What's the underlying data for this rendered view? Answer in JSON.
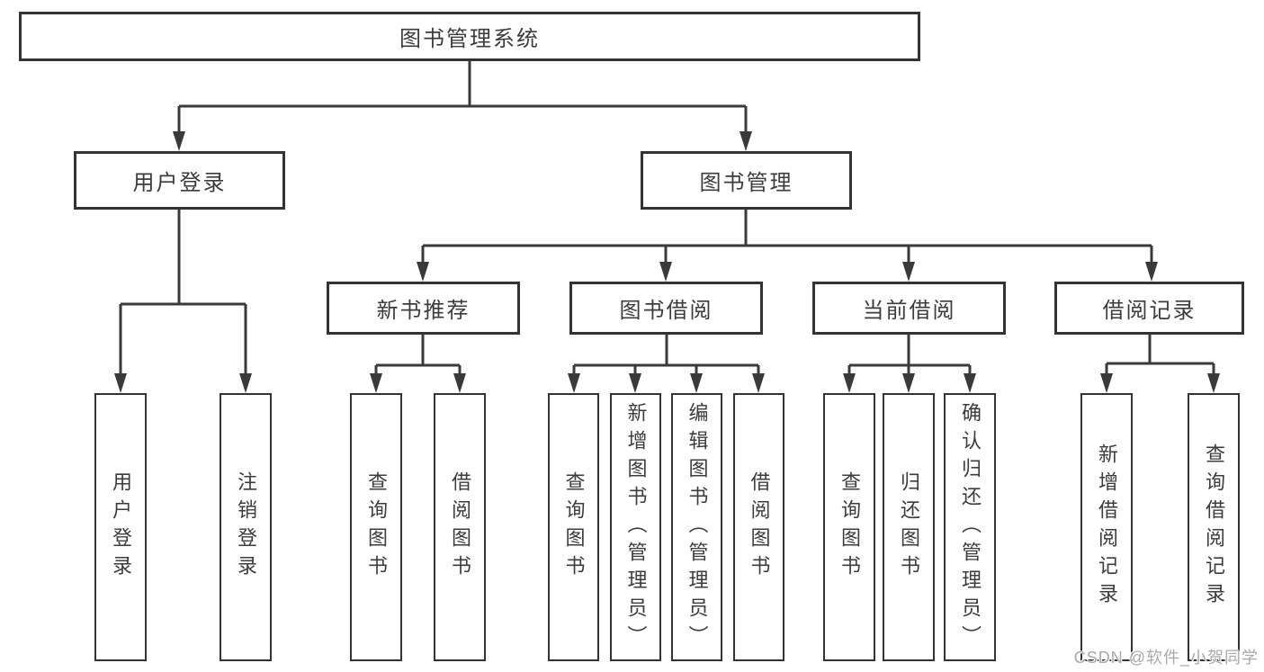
{
  "diagram": {
    "title": "图书管理系统",
    "nodes": [
      {
        "id": "root",
        "label": "图书管理系统",
        "level": 0,
        "parent": null
      },
      {
        "id": "user-login",
        "label": "用户登录",
        "level": 1,
        "parent": "root"
      },
      {
        "id": "book-mgmt",
        "label": "图书管理",
        "level": 1,
        "parent": "root"
      },
      {
        "id": "new-book-rec",
        "label": "新书推荐",
        "level": 2,
        "parent": "book-mgmt"
      },
      {
        "id": "book-borrow",
        "label": "图书借阅",
        "level": 2,
        "parent": "book-mgmt"
      },
      {
        "id": "current-borrow",
        "label": "当前借阅",
        "level": 2,
        "parent": "book-mgmt"
      },
      {
        "id": "borrow-records",
        "label": "借阅记录",
        "level": 2,
        "parent": "book-mgmt"
      },
      {
        "id": "leaf-user-login",
        "label": "用户登录",
        "level": 3,
        "parent": "user-login"
      },
      {
        "id": "leaf-logout",
        "label": "注销登录",
        "level": 3,
        "parent": "user-login"
      },
      {
        "id": "leaf-query-book-1",
        "label": "查询图书",
        "level": 3,
        "parent": "new-book-rec"
      },
      {
        "id": "leaf-borrow-book-1",
        "label": "借阅图书",
        "level": 3,
        "parent": "new-book-rec"
      },
      {
        "id": "leaf-query-book-2",
        "label": "查询图书",
        "level": 3,
        "parent": "book-borrow"
      },
      {
        "id": "leaf-add-book",
        "label": "新增图书（管理员）",
        "level": 3,
        "parent": "book-borrow"
      },
      {
        "id": "leaf-edit-book",
        "label": "编辑图书（管理员）",
        "level": 3,
        "parent": "book-borrow"
      },
      {
        "id": "leaf-borrow-book-2",
        "label": "借阅图书",
        "level": 3,
        "parent": "book-borrow"
      },
      {
        "id": "leaf-query-book-3",
        "label": "查询图书",
        "level": 3,
        "parent": "current-borrow"
      },
      {
        "id": "leaf-return-book",
        "label": "归还图书",
        "level": 3,
        "parent": "current-borrow"
      },
      {
        "id": "leaf-confirm-return",
        "label": "确认归还（管理员）",
        "level": 3,
        "parent": "current-borrow"
      },
      {
        "id": "leaf-add-borrow-record",
        "label": "新增借阅记录",
        "level": 3,
        "parent": "borrow-records"
      },
      {
        "id": "leaf-query-borrow-record",
        "label": "查询借阅记录",
        "level": 3,
        "parent": "borrow-records"
      }
    ]
  },
  "watermark": {
    "text": "CSDN @软件_小贺同学"
  },
  "colors": {
    "line": "#3a3a3a",
    "border": "#333333",
    "text": "#3c3c3c",
    "background": "#ffffff",
    "watermark": "#a9a9a9"
  }
}
